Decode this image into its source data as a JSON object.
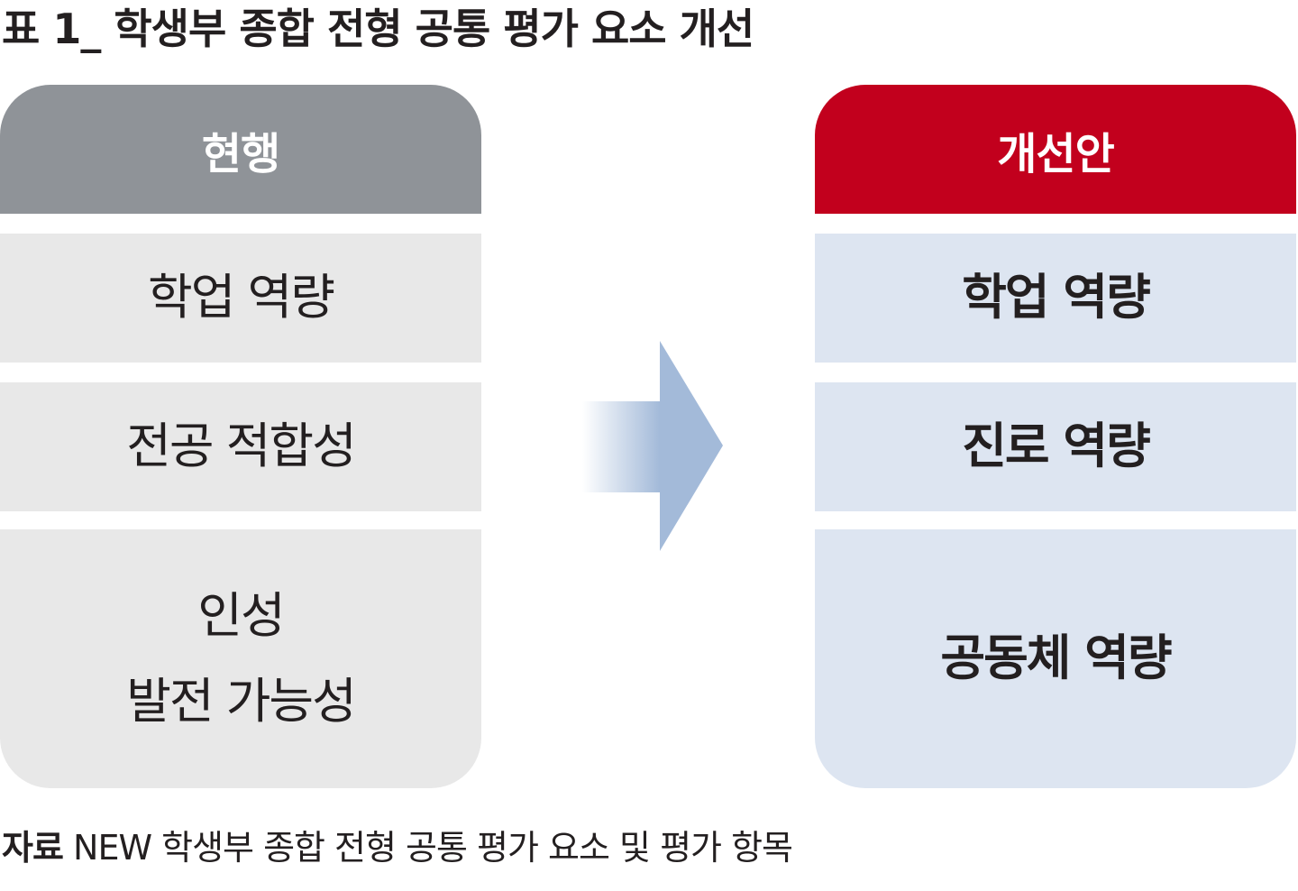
{
  "title": "표 1_ 학생부 종합 전형 공통 평가 요소 개선",
  "left": {
    "header": "현행",
    "items": [
      "학업 역량",
      "전공 적합성"
    ],
    "item3_lines": [
      "인성",
      "발전 가능성"
    ]
  },
  "right": {
    "header": "개선안",
    "items": [
      "학업 역량",
      "진로 역량",
      "공동체 역량"
    ]
  },
  "source": {
    "label": "자료",
    "text": "NEW 학생부 종합 전형 공통 평가 요소 및 평가 항목"
  },
  "colors": {
    "left_header": "#8f9398",
    "right_header": "#c2001d",
    "left_cell": "#e8e8e8",
    "right_cell": "#dde5f1",
    "arrow": "#a3bad9"
  },
  "icons": {
    "arrow": "right-arrow-icon"
  }
}
